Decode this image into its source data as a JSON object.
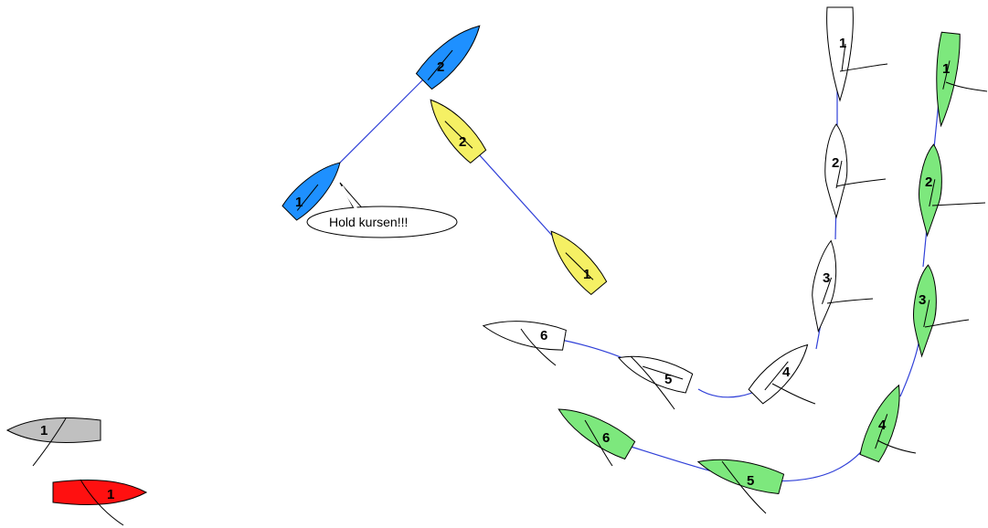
{
  "speech_bubble": {
    "text": "Hold kursen!!!"
  },
  "colors": {
    "track_line": "#3040d8",
    "blue": "#1e90ff",
    "yellow": "#f5f064",
    "white": "#ffffff",
    "green": "#7de87d",
    "gray": "#c0c0c0",
    "red": "#ff1010",
    "outline": "#000000"
  },
  "boats": {
    "blue": {
      "labels": [
        "1",
        "2"
      ]
    },
    "yellow": {
      "labels": [
        "1",
        "2"
      ]
    },
    "white": {
      "labels": [
        "1",
        "2",
        "3",
        "4",
        "5",
        "6"
      ]
    },
    "green": {
      "labels": [
        "1",
        "2",
        "3",
        "4",
        "5",
        "6"
      ]
    },
    "gray": {
      "labels": [
        "1"
      ]
    },
    "red": {
      "labels": [
        "1"
      ]
    }
  }
}
